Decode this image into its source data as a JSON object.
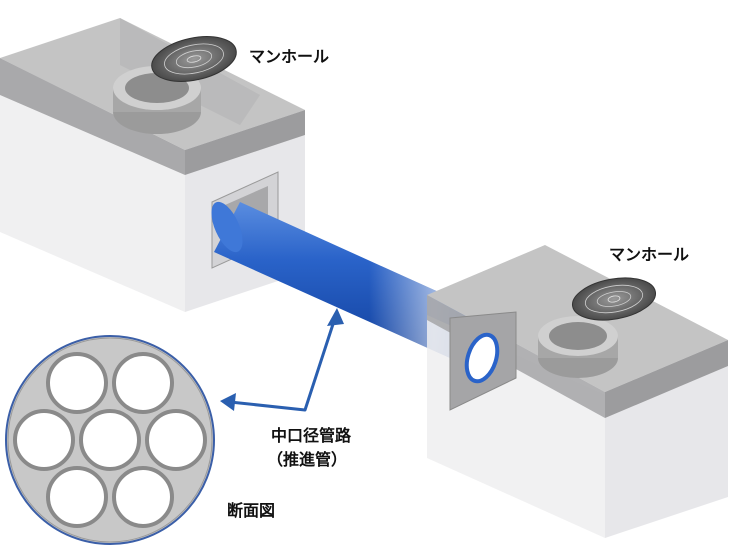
{
  "labels": {
    "manhole_left": "マンホール",
    "manhole_right": "マンホール",
    "pipe_line1": "中口径管路",
    "pipe_line2": "（推進管）",
    "cross_section": "断面図"
  },
  "colors": {
    "pipe_blue": "#1f5fbf",
    "arrow_blue": "#2a5fb0",
    "box_top": "#b9b9b9",
    "box_face": "#e9e9ec",
    "section_fill": "#c9c9c9",
    "section_ring": "#3b5fa8"
  },
  "icons": [
    "manhole-cover-icon",
    "cross-section-icon",
    "pointer-arrow-icon"
  ]
}
